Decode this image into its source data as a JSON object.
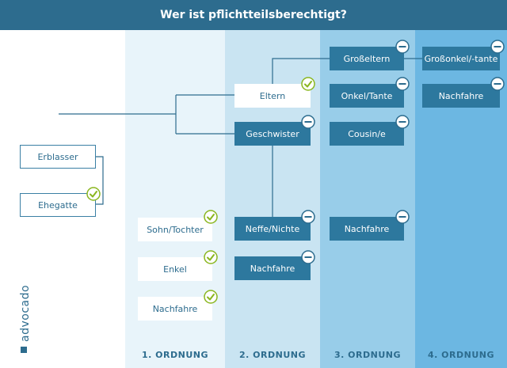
{
  "title": "Wer ist pflichtteilsberechtigt?",
  "columns": [
    {
      "label": "1. ORDNUNG"
    },
    {
      "label": "2. ORDNUNG"
    },
    {
      "label": "3. ORDNUNG"
    },
    {
      "label": "4. ORDNUNG"
    }
  ],
  "colors": {
    "title_bg": "#2d6c8e",
    "col1": "#e8f4fa",
    "col2": "#c9e4f2",
    "col3": "#98cde9",
    "col4": "#6cb7e2",
    "box_dark": "#2d789e",
    "check": "#8ab61f"
  },
  "nodes": {
    "erblasser": "Erblasser",
    "ehegatte": "Ehegatte",
    "sohn_tochter": "Sohn/Tochter",
    "enkel": "Enkel",
    "nachfahre_1": "Nachfahre",
    "eltern": "Eltern",
    "geschwister": "Geschwister",
    "neffe_nichte": "Neffe/Nichte",
    "nachfahre_2": "Nachfahre",
    "grosseltern": "Großeltern",
    "onkel_tante": "Onkel/Tante",
    "cousin": "Cousin/e",
    "nachfahre_3": "Nachfahre",
    "grossonkel": "Großonkel/-tante",
    "nachfahre_4": "Nachfahre"
  },
  "status": {
    "ehegatte": "check",
    "sohn_tochter": "check",
    "enkel": "check",
    "nachfahre_1": "check",
    "eltern": "check",
    "geschwister": "minus",
    "neffe_nichte": "minus",
    "nachfahre_2": "minus",
    "grosseltern": "minus",
    "onkel_tante": "minus",
    "cousin": "minus",
    "nachfahre_3": "minus",
    "grossonkel": "minus",
    "nachfahre_4": "minus"
  },
  "logo": {
    "text": "advocado"
  }
}
